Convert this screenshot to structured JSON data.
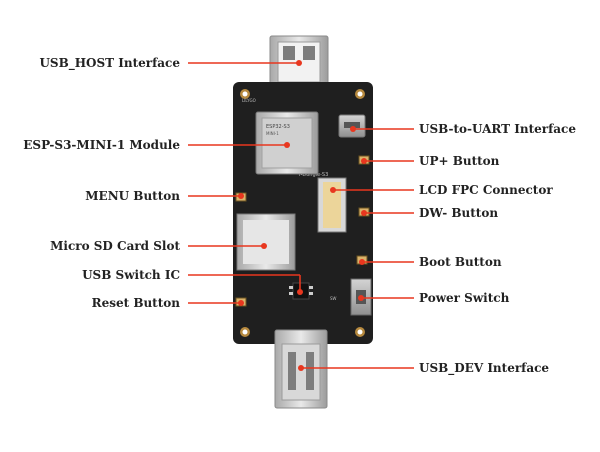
{
  "labels": {
    "usb_host": "USB_HOST Interface",
    "esp_module": "ESP-S3-MINI-1 Module",
    "menu_button": "MENU Button",
    "micro_sd": "Micro SD Card Slot",
    "usb_switch": "USB Switch IC",
    "reset_button": "Reset Button",
    "usb_uart": "USB-to-UART Interface",
    "up_button": "UP+ Button",
    "lcd_fpc": "LCD FPC Connector",
    "dw_button": "DW- Button",
    "boot_button": "Boot Button",
    "power_switch": "Power Switch",
    "usb_dev": "USB_DEV Interface"
  },
  "colors": {
    "pcb": "#1f1f1f",
    "leader": "#e8371f",
    "silver": "#c9c9c9",
    "gold": "#d9b26a"
  }
}
